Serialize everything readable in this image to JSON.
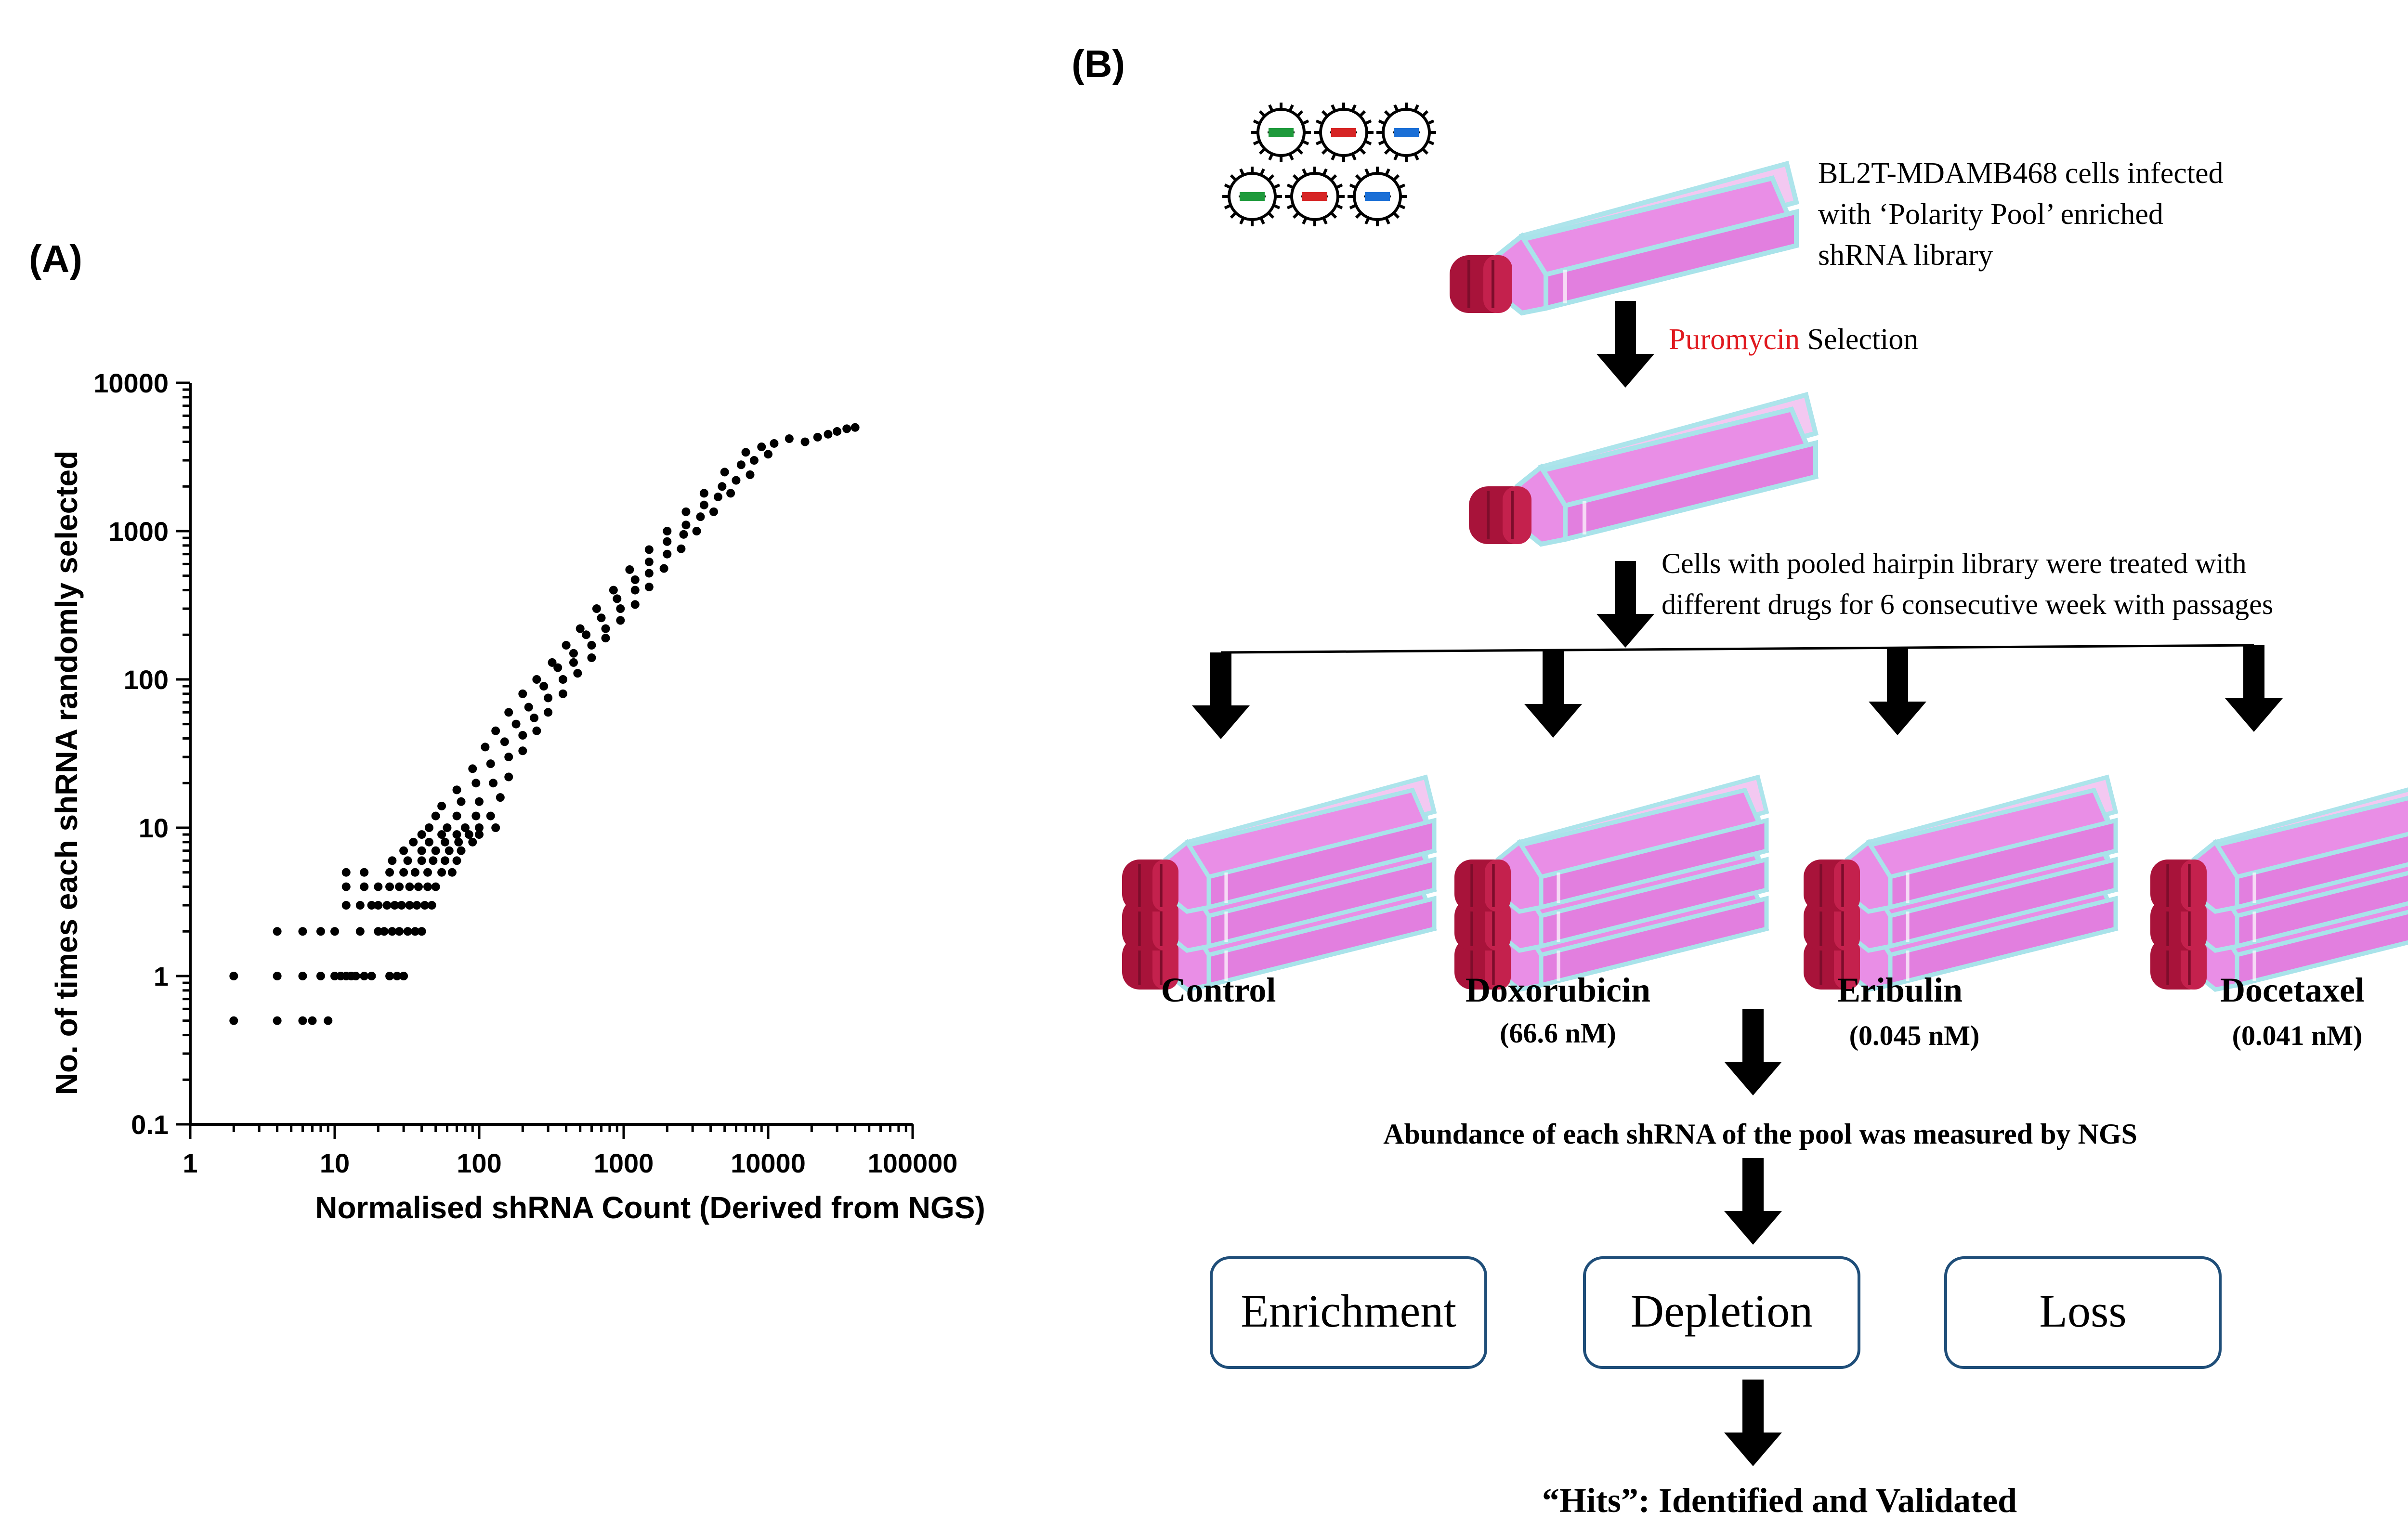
{
  "panel_a": {
    "label": "(A)",
    "chart_data": {
      "type": "scatter",
      "xlabel": "Normalised shRNA Count (Derived from NGS)",
      "ylabel": "No. of times each shRNA randomly selected",
      "x_scale": "log",
      "y_scale": "log",
      "xlim": [
        1,
        100000
      ],
      "ylim": [
        0.1,
        10000
      ],
      "x_ticks": [
        "1",
        "10",
        "100",
        "1000",
        "10000",
        "100000"
      ],
      "y_ticks": [
        "0.1",
        "1",
        "10",
        "100",
        "1000",
        "10000"
      ],
      "grid": false,
      "legend": "none",
      "marker_color": "#000000",
      "points": [
        [
          2,
          0.5
        ],
        [
          4,
          0.5
        ],
        [
          6,
          0.5
        ],
        [
          7,
          0.5
        ],
        [
          9,
          0.5
        ],
        [
          2,
          1
        ],
        [
          4,
          1
        ],
        [
          6,
          1
        ],
        [
          8,
          1
        ],
        [
          10,
          1
        ],
        [
          11,
          1
        ],
        [
          12,
          1
        ],
        [
          13,
          1
        ],
        [
          14,
          1
        ],
        [
          16,
          1
        ],
        [
          18,
          1
        ],
        [
          24,
          1
        ],
        [
          27,
          1
        ],
        [
          30,
          1
        ],
        [
          4,
          2
        ],
        [
          6,
          2
        ],
        [
          8,
          2
        ],
        [
          10,
          2
        ],
        [
          15,
          2
        ],
        [
          20,
          2
        ],
        [
          22,
          2
        ],
        [
          25,
          2
        ],
        [
          28,
          2
        ],
        [
          32,
          2
        ],
        [
          36,
          2
        ],
        [
          40,
          2
        ],
        [
          12,
          3
        ],
        [
          15,
          3
        ],
        [
          18,
          3
        ],
        [
          20,
          3
        ],
        [
          23,
          3
        ],
        [
          26,
          3
        ],
        [
          29,
          3
        ],
        [
          33,
          3
        ],
        [
          37,
          3
        ],
        [
          42,
          3
        ],
        [
          47,
          3
        ],
        [
          12,
          4
        ],
        [
          16,
          4
        ],
        [
          20,
          4
        ],
        [
          24,
          4
        ],
        [
          28,
          4
        ],
        [
          33,
          4
        ],
        [
          38,
          4
        ],
        [
          44,
          4
        ],
        [
          50,
          4
        ],
        [
          12,
          5
        ],
        [
          16,
          5
        ],
        [
          24,
          5
        ],
        [
          30,
          5
        ],
        [
          36,
          5
        ],
        [
          44,
          5
        ],
        [
          55,
          5
        ],
        [
          65,
          5
        ],
        [
          25,
          6
        ],
        [
          32,
          6
        ],
        [
          40,
          6
        ],
        [
          48,
          6
        ],
        [
          58,
          6
        ],
        [
          70,
          6
        ],
        [
          30,
          7
        ],
        [
          40,
          7
        ],
        [
          50,
          7
        ],
        [
          62,
          7
        ],
        [
          75,
          7
        ],
        [
          35,
          8
        ],
        [
          45,
          8
        ],
        [
          58,
          8
        ],
        [
          72,
          8
        ],
        [
          90,
          8
        ],
        [
          40,
          9
        ],
        [
          55,
          9
        ],
        [
          70,
          9
        ],
        [
          85,
          9
        ],
        [
          100,
          9
        ],
        [
          45,
          10
        ],
        [
          60,
          10
        ],
        [
          80,
          10
        ],
        [
          100,
          10
        ],
        [
          130,
          10
        ],
        [
          50,
          12
        ],
        [
          70,
          12
        ],
        [
          95,
          12
        ],
        [
          120,
          12
        ],
        [
          55,
          14
        ],
        [
          75,
          15
        ],
        [
          100,
          15
        ],
        [
          140,
          16
        ],
        [
          70,
          18
        ],
        [
          95,
          20
        ],
        [
          125,
          20
        ],
        [
          160,
          22
        ],
        [
          90,
          25
        ],
        [
          120,
          27
        ],
        [
          160,
          30
        ],
        [
          200,
          33
        ],
        [
          110,
          35
        ],
        [
          150,
          38
        ],
        [
          200,
          42
        ],
        [
          250,
          45
        ],
        [
          130,
          45
        ],
        [
          180,
          50
        ],
        [
          240,
          55
        ],
        [
          300,
          60
        ],
        [
          160,
          60
        ],
        [
          220,
          65
        ],
        [
          300,
          75
        ],
        [
          380,
          80
        ],
        [
          200,
          80
        ],
        [
          280,
          90
        ],
        [
          380,
          100
        ],
        [
          480,
          110
        ],
        [
          250,
          100
        ],
        [
          350,
          120
        ],
        [
          450,
          130
        ],
        [
          600,
          140
        ],
        [
          320,
          130
        ],
        [
          450,
          150
        ],
        [
          600,
          170
        ],
        [
          750,
          190
        ],
        [
          400,
          170
        ],
        [
          550,
          200
        ],
        [
          750,
          220
        ],
        [
          950,
          250
        ],
        [
          500,
          220
        ],
        [
          700,
          260
        ],
        [
          950,
          300
        ],
        [
          1200,
          320
        ],
        [
          650,
          300
        ],
        [
          900,
          350
        ],
        [
          1200,
          400
        ],
        [
          1500,
          420
        ],
        [
          850,
          400
        ],
        [
          1200,
          470
        ],
        [
          1500,
          520
        ],
        [
          1900,
          560
        ],
        [
          1100,
          550
        ],
        [
          1500,
          620
        ],
        [
          2000,
          700
        ],
        [
          2500,
          760
        ],
        [
          1500,
          750
        ],
        [
          2000,
          850
        ],
        [
          2600,
          950
        ],
        [
          3200,
          1000
        ],
        [
          2000,
          1000
        ],
        [
          2700,
          1100
        ],
        [
          3400,
          1250
        ],
        [
          4200,
          1350
        ],
        [
          2700,
          1350
        ],
        [
          3600,
          1500
        ],
        [
          4500,
          1700
        ],
        [
          5500,
          1800
        ],
        [
          3600,
          1800
        ],
        [
          4800,
          2000
        ],
        [
          6000,
          2200
        ],
        [
          7500,
          2400
        ],
        [
          5000,
          2500
        ],
        [
          6500,
          2800
        ],
        [
          8000,
          3000
        ],
        [
          10000,
          3300
        ],
        [
          7000,
          3400
        ],
        [
          9000,
          3700
        ],
        [
          11000,
          3900
        ],
        [
          14000,
          4200
        ],
        [
          18000,
          4000
        ],
        [
          22000,
          4300
        ],
        [
          26000,
          4500
        ],
        [
          30000,
          4700
        ],
        [
          35000,
          4900
        ],
        [
          40000,
          5000
        ]
      ]
    }
  },
  "panel_b": {
    "label": "(B)",
    "colors": {
      "flask_fill": "#e98ee6",
      "flask_edge": "#a9e3ea",
      "cap": "#a8133a",
      "virus_green": "#1f9a3c",
      "virus_red": "#d62525",
      "virus_blue": "#1b6fd6",
      "box_border": "#1f4e79",
      "highlight_red": "#e0191f"
    },
    "infection_text": {
      "line1": "BL2T-MDAMB468 cells infected",
      "line2": "with ‘Polarity Pool’ enriched",
      "line3": "shRNA library"
    },
    "selection": {
      "highlight": "Puromycin",
      "rest": " Selection"
    },
    "treatment_text": {
      "line1": "Cells with pooled hairpin library were treated with",
      "line2": "different drugs for 6 consecutive week with passages"
    },
    "conditions": [
      {
        "name": "Control",
        "dose": ""
      },
      {
        "name": "Doxorubicin",
        "dose": "(66.6 nM)"
      },
      {
        "name": "Eribulin",
        "dose": "(0.045 nM)"
      },
      {
        "name": "Docetaxel",
        "dose": "(0.041 nM)"
      }
    ],
    "measure_text": "Abundance of each shRNA of the pool was measured by NGS",
    "outcomes": [
      "Enrichment",
      "Depletion",
      "Loss"
    ],
    "final_text": "“Hits”: Identified and Validated"
  }
}
